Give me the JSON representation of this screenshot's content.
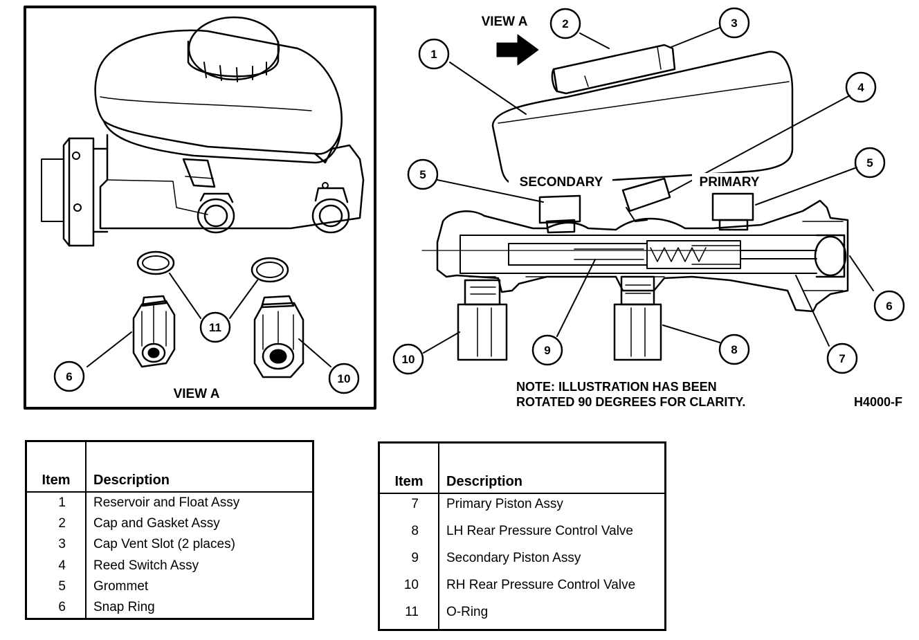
{
  "diagram": {
    "view_a_label": "VIEW A",
    "view_a_pointer_label": "VIEW A",
    "secondary_label": "SECONDARY",
    "primary_label": "PRIMARY",
    "note_line1": "NOTE: ILLUSTRATION HAS BEEN",
    "note_line2": "ROTATED 90 DEGREES FOR CLARITY.",
    "figure_code": "H4000-F",
    "callouts": {
      "c1": "1",
      "c2": "2",
      "c3": "3",
      "c4": "4",
      "c5a": "5",
      "c5b": "5",
      "c6a": "6",
      "c6b": "6",
      "c7": "7",
      "c8": "8",
      "c9": "9",
      "c10a": "10",
      "c10b": "10",
      "c11": "11"
    }
  },
  "legend_left": {
    "header_item": "Item",
    "header_description": "Description",
    "rows": [
      {
        "item": "1",
        "description": "Reservoir and Float Assy"
      },
      {
        "item": "2",
        "description": "Cap and Gasket Assy"
      },
      {
        "item": "3",
        "description": "Cap Vent Slot (2 places)"
      },
      {
        "item": "4",
        "description": "Reed Switch Assy"
      },
      {
        "item": "5",
        "description": "Grommet"
      },
      {
        "item": "6",
        "description": "Snap Ring"
      }
    ]
  },
  "legend_right": {
    "header_item": "Item",
    "header_description": "Description",
    "rows": [
      {
        "item": "7",
        "description": "Primary Piston Assy"
      },
      {
        "item": "8",
        "description": "LH Rear Pressure Control Valve"
      },
      {
        "item": "9",
        "description": "Secondary Piston Assy"
      },
      {
        "item": "10",
        "description": "RH Rear Pressure Control Valve"
      },
      {
        "item": "11",
        "description": "O-Ring"
      }
    ]
  }
}
